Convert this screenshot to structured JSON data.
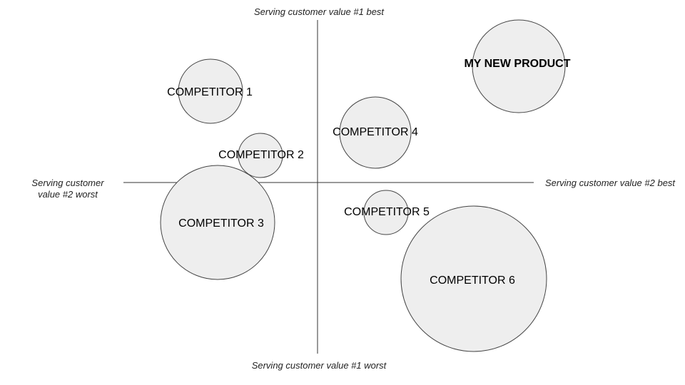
{
  "axes": {
    "top": "Serving customer value #1 best",
    "bottom": "Serving customer value #1 worst",
    "left_line1": "Serving customer",
    "left_line2": "value #2 worst",
    "right": "Serving customer value #2 best"
  },
  "items": [
    {
      "label": "COMPETITOR 1",
      "emphasis": false
    },
    {
      "label": "COMPETITOR 2",
      "emphasis": false
    },
    {
      "label": "COMPETITOR 3",
      "emphasis": false
    },
    {
      "label": "COMPETITOR 4",
      "emphasis": false
    },
    {
      "label": "COMPETITOR 5",
      "emphasis": false
    },
    {
      "label": "COMPETITOR 6",
      "emphasis": false
    },
    {
      "label": "MY NEW PRODUCT",
      "emphasis": true
    }
  ],
  "colors": {
    "bubble_fill": "#eeeeee",
    "bubble_stroke": "#444444",
    "axis": "#333333"
  }
}
